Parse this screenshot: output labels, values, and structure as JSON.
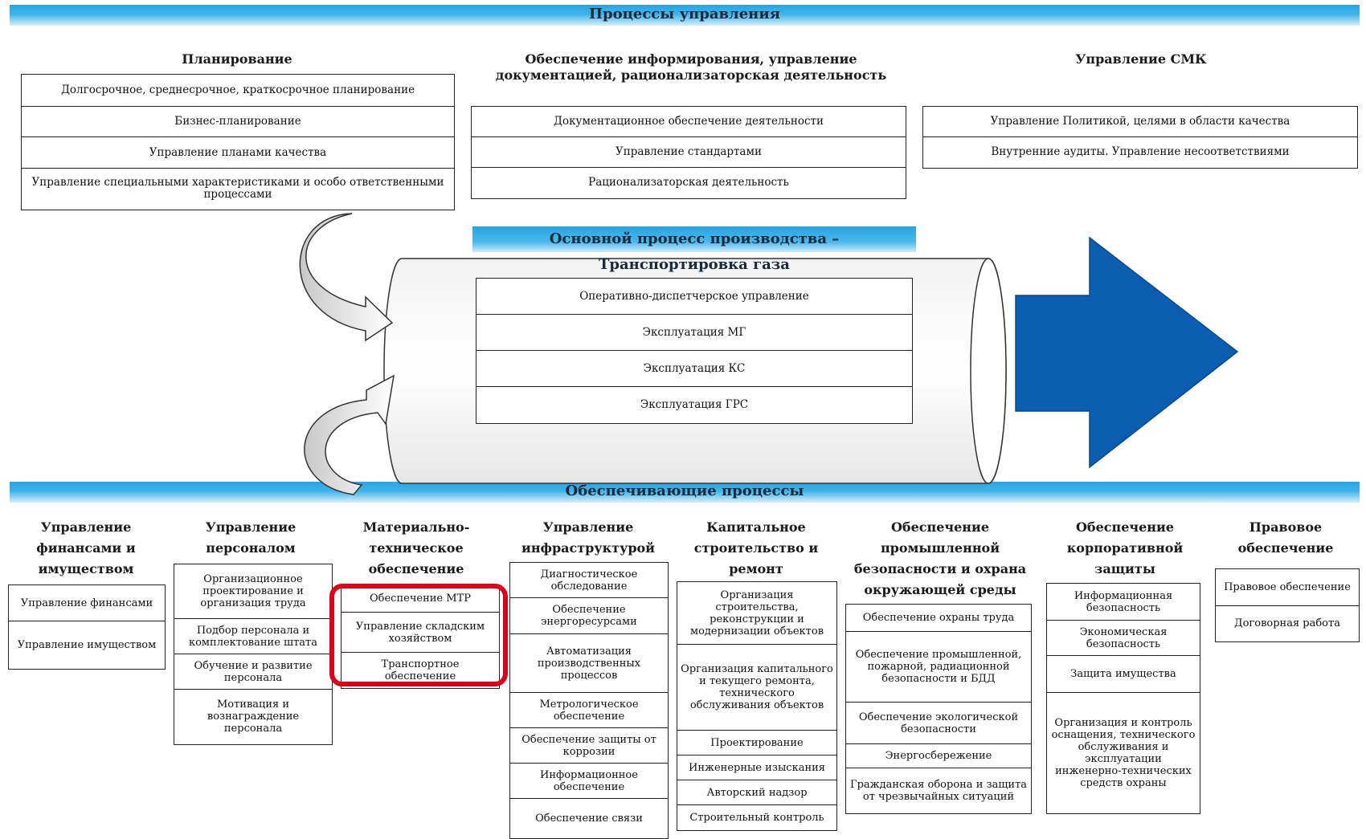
{
  "top_banner": "Процессы управления",
  "bottom_banner": "Обеспечивающие процессы",
  "management": {
    "planning": {
      "title": "Планирование",
      "items": [
        "Долгосрочное, среднесрочное, краткосрочное планирование",
        "Бизнес-планирование",
        "Управление планами качества",
        "Управление специальными характеристиками и особо ответственными процессами"
      ]
    },
    "information": {
      "title": "Обеспечение информирования, управление документацией, рационализаторская деятельность",
      "items": [
        "Документационное обеспечение деятельности",
        "Управление стандартами",
        "Рационализаторская деятельность"
      ]
    },
    "qms": {
      "title": "Управление СМК",
      "items": [
        "Управление Политикой, целями в области качества",
        "Внутренние аудиты. Управление несоответствиями"
      ]
    }
  },
  "core": {
    "title": "Основной процесс производства – Транспортировка газа",
    "items": [
      "Оперативно-диспетчерское управление",
      "Эксплуатация МГ",
      "Эксплуатация КС",
      "Эксплуатация ГРС"
    ]
  },
  "support": [
    {
      "title": "Управление финансами и имуществом",
      "items": [
        "Управление финансами",
        "Управление имуществом"
      ]
    },
    {
      "title": "Управление персоналом",
      "items": [
        "Организационное проектирование и организация труда",
        "Подбор персонала и комплектование штата",
        "Обучение и развитие персонала",
        "Мотивация и вознаграждение персонала"
      ]
    },
    {
      "title": "Материально-техническое обеспечение",
      "items": [
        "Обеспечение МТР",
        "Управление складским хозяйством",
        "Транспортное обеспечение"
      ]
    },
    {
      "title": "Управление инфраструктурой",
      "items": [
        "Диагностическое обследование",
        "Обеспечение энергоресурсами",
        "Автоматизация производственных процессов",
        "Метрологическое обеспечение",
        "Обеспечение защиты от коррозии",
        "Информационное обеспечение",
        "Обеспечение связи"
      ]
    },
    {
      "title": "Капитальное строительство и ремонт",
      "items": [
        "Организация строительства, реконструкции и модернизации объектов",
        "Организация капитального и текущего ремонта, технического обслуживания объектов",
        "Проектирование",
        "Инженерные изыскания",
        "Авторский надзор",
        "Строительный контроль"
      ]
    },
    {
      "title": "Обеспечение промышленной безопасности и охрана окружающей среды",
      "items": [
        "Обеспечение охраны труда",
        "Обеспечение промышленной, пожарной, радиационной безопасности и БДД",
        "Обеспечение экологической безопасности",
        "Энергосбережение",
        "Гражданская оборона и защита от чрезвычайных ситуаций"
      ]
    },
    {
      "title": "Обеспечение корпоративной защиты",
      "items": [
        "Информационная безопасность",
        "Экономическая безопасность",
        "Защита имущества",
        "Организация и контроль оснащения, технического обслуживания и эксплуатации инженерно-технических средств охраны"
      ]
    },
    {
      "title": "Правовое обеспечение",
      "items": [
        "Правовое обеспечение",
        "Договорная работа"
      ]
    }
  ],
  "colors": {
    "banner": "#2aa3e0",
    "arrow": "#0a5db0",
    "highlight": "#e0001a"
  }
}
